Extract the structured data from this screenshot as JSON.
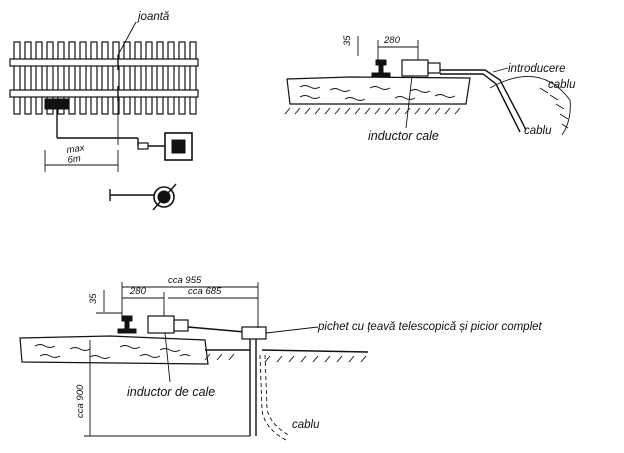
{
  "labels": {
    "joint": "joantă",
    "max_distance_line1": "max",
    "max_distance_line2": "6m",
    "dim_280_top": "280",
    "dim_35_top": "35",
    "cable_entry_line1": "introducere",
    "cable_entry_line2": "cablu",
    "cable_top": "cablu",
    "track_inductor_top": "inductor cale",
    "dim_955": "cca 955",
    "dim_685": "cca 685",
    "dim_280_bottom": "280",
    "dim_35_bottom": "35",
    "stake_label": "pichet cu țeavă telescopică și picior complet",
    "track_inductor_bottom": "inductor de cale",
    "depth_label": "cca 900",
    "cable_bottom": "cablu"
  }
}
